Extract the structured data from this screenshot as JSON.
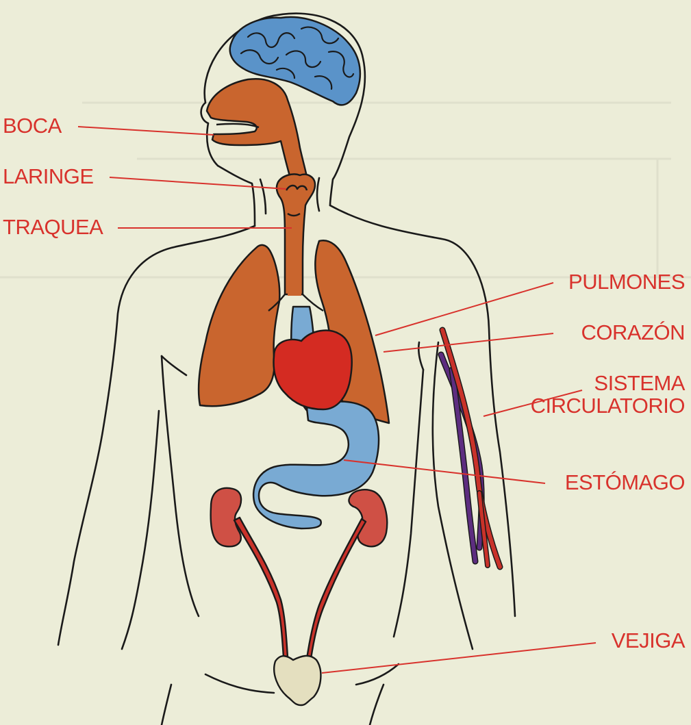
{
  "colors": {
    "background": "#ecedd8",
    "label_text": "#d8322c",
    "leader_line": "#d8322c",
    "outline": "#1a1a1a",
    "brain": "#5a93c9",
    "respiratory": "#c9652e",
    "heart": "#d42b22",
    "digestive": "#79aad3",
    "kidneys": "#cf5045",
    "bladder": "#e4dfbf",
    "arteries": "#c9322a",
    "veins": "#5d2d80"
  },
  "labels": {
    "boca": "BOCA",
    "laringe": "LARINGE",
    "traquea": "TRAQUEA",
    "pulmones": "PULMONES",
    "corazon": "CORAZÓN",
    "sistema_circulatorio_line1": "SISTEMA",
    "sistema_circulatorio_line2": "CIRCULATORIO",
    "estomago": "ESTÓMAGO",
    "vejiga": "VEJIGA"
  }
}
